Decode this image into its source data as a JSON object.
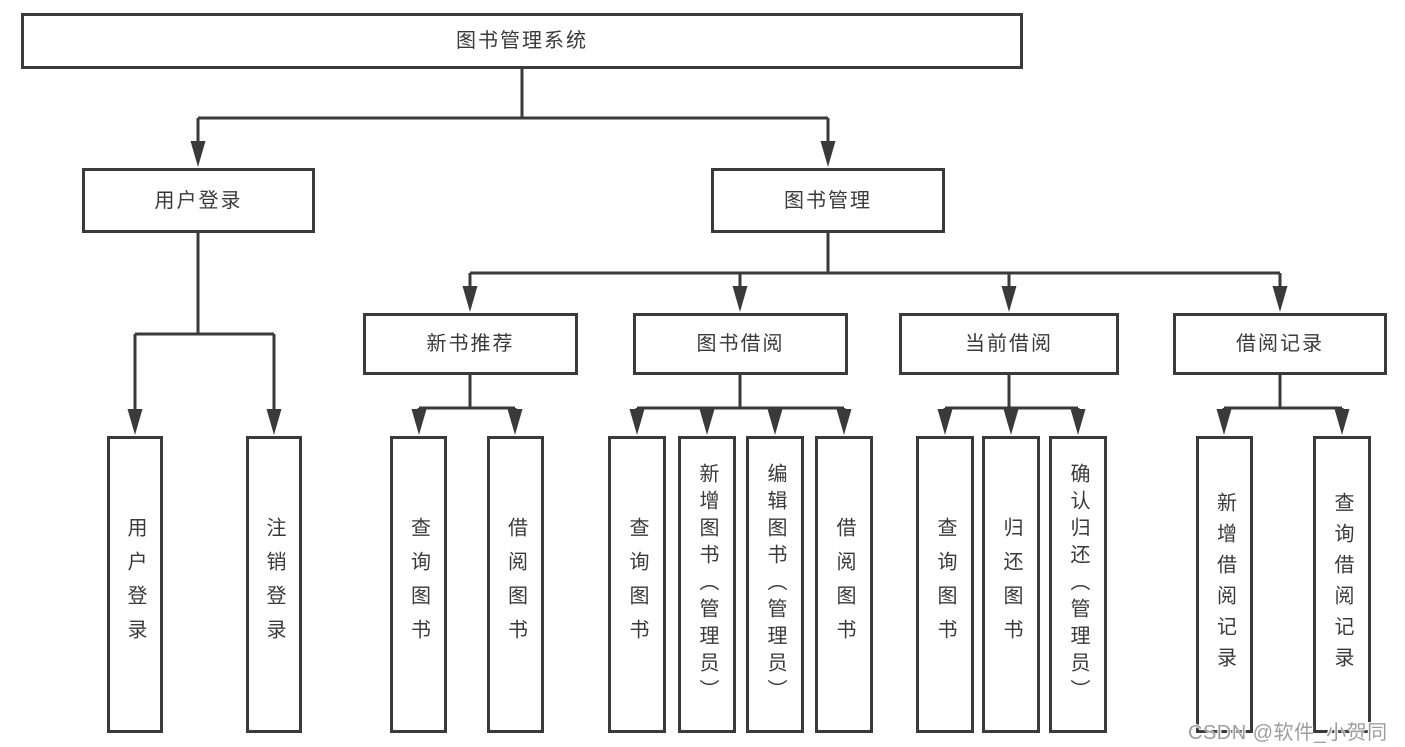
{
  "colors": {
    "line": "#3a3a3a",
    "box_border": "#3a3a3a",
    "text": "#3a3a3a",
    "background": "#ffffff",
    "watermark_text": "#9d9d9d"
  },
  "watermark": {
    "text": "CSDN @软件_小贺同学"
  },
  "tree": {
    "root": {
      "label": "图书管理系统"
    },
    "branches": [
      {
        "label": "用户登录",
        "children": [
          "用户登录",
          "注销登录"
        ]
      },
      {
        "label": "图书管理",
        "sections": [
          {
            "label": "新书推荐",
            "children": [
              "查询图书",
              "借阅图书"
            ]
          },
          {
            "label": "图书借阅",
            "children": [
              "查询图书",
              "新增图书（管理员）",
              "编辑图书（管理员）",
              "借阅图书"
            ]
          },
          {
            "label": "当前借阅",
            "children": [
              "查询图书",
              "归还图书",
              "确认归还（管理员）"
            ]
          },
          {
            "label": "借阅记录",
            "children": [
              "新增借阅记录",
              "查询借阅记录"
            ]
          }
        ]
      }
    ]
  }
}
